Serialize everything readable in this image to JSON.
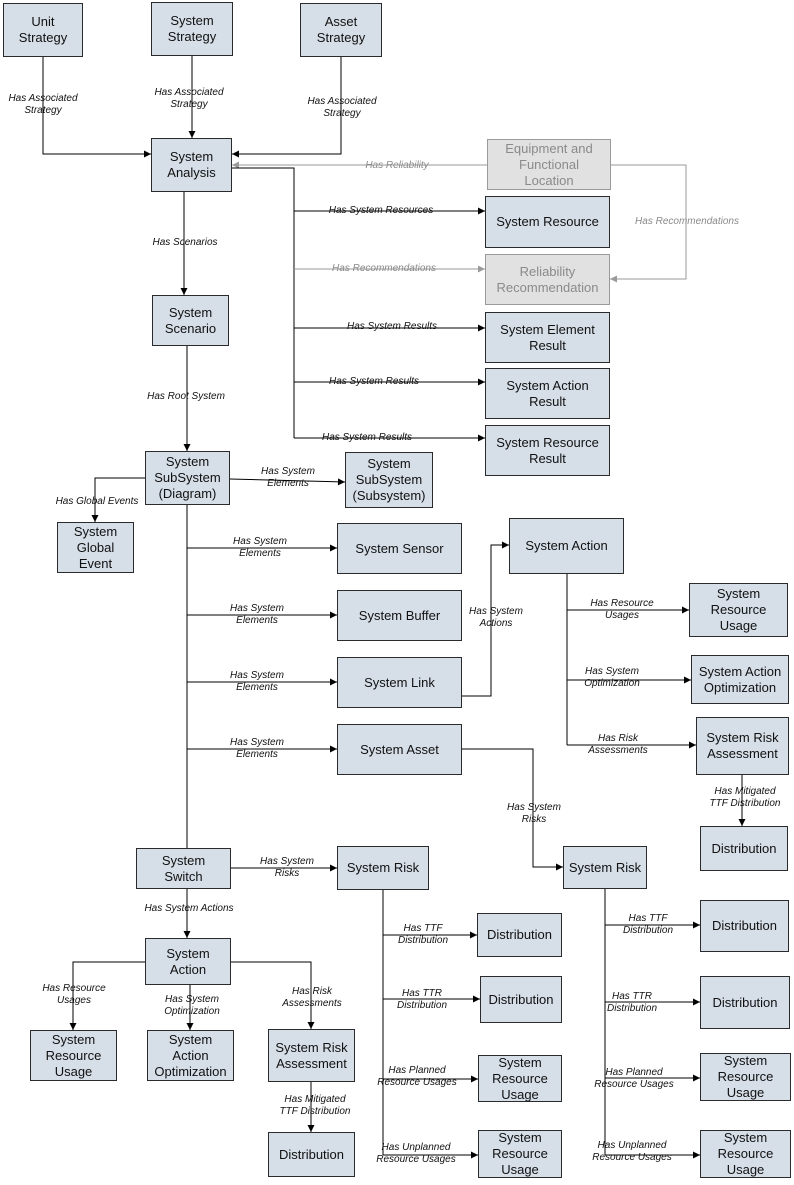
{
  "nodes": {
    "unit_strategy": "Unit\nStrategy",
    "system_strategy": "System\nStrategy",
    "asset_strategy": "Asset\nStrategy",
    "system_analysis": "System\nAnalysis",
    "equipment_location": "Equipment and\nFunctional\nLocation",
    "system_resource": "System Resource",
    "reliability_recommendation": "Reliability\nRecommendation",
    "system_element_result": "System Element\nResult",
    "system_action_result": "System Action\nResult",
    "system_resource_result": "System Resource\nResult",
    "system_scenario": "System\nScenario",
    "subsystem_diagram": "System\nSubSystem\n(Diagram)",
    "subsystem_subsystem": "System\nSubSystem\n(Subsystem)",
    "system_global_event": "System\nGlobal\nEvent",
    "system_sensor": "System Sensor",
    "system_buffer": "System Buffer",
    "system_link": "System Link",
    "system_asset": "System Asset",
    "system_action_top": "System Action",
    "resource_usage_top": "System\nResource\nUsage",
    "action_optimization_top": "System Action\nOptimization",
    "risk_assessment_top": "System Risk\nAssessment",
    "distribution_top": "Distribution",
    "system_switch": "System\nSwitch",
    "system_risk_mid": "System Risk",
    "system_risk_right": "System Risk",
    "system_action_bottom": "System\nAction",
    "resource_usage_bl": "System\nResource\nUsage",
    "action_optimization_bl": "System\nAction\nOptimization",
    "risk_assessment_bl": "System Risk\nAssessment",
    "distribution_bl": "Distribution",
    "distribution_mid_ttf": "Distribution",
    "distribution_mid_ttr": "Distribution",
    "resource_usage_mid_planned": "System\nResource\nUsage",
    "resource_usage_mid_unplanned": "System\nResource\nUsage",
    "distribution_right_ttf": "Distribution",
    "distribution_right_ttr": "Distribution",
    "resource_usage_right_planned": "System\nResource\nUsage",
    "resource_usage_right_unplanned": "System\nResource\nUsage"
  },
  "labels": {
    "has_assoc_unit": "Has Associated\nStrategy",
    "has_assoc_system": "Has Associated\nStrategy",
    "has_assoc_asset": "Has Associated\nStrategy",
    "has_reliability": "Has Reliability",
    "has_recommendations_right": "Has Recommendations",
    "has_system_resources": "Has System Resources",
    "has_recommendations": "Has Recommendations",
    "has_system_results_1": "Has System Results",
    "has_system_results_2": "Has System Results",
    "has_system_results_3": "Has System Results",
    "has_scenarios": "Has Scenarios",
    "has_root_system": "Has Root System",
    "has_system_elements_sub": "Has System\nElements",
    "has_global_events": "Has Global Events",
    "has_system_elements_sensor": "Has System\nElements",
    "has_system_elements_buffer": "Has System\nElements",
    "has_system_elements_link": "Has System\nElements",
    "has_system_elements_asset": "Has System\nElements",
    "has_system_actions_link": "Has System\nActions",
    "has_resource_usages_top": "Has Resource\nUsages",
    "has_system_optimization_top": "Has System\nOptimization",
    "has_risk_assessments_top": "Has Risk\nAssessments",
    "has_mitigated_ttf_top": "Has Mitigated\nTTF Distribution",
    "has_system_risks_asset": "Has System\nRisks",
    "has_system_risks_switch": "Has System\nRisks",
    "has_system_actions_switch": "Has System Actions",
    "has_resource_usages_bl": "Has Resource\nUsages",
    "has_system_optimization_bl": "Has System\nOptimization",
    "has_risk_assessments_bl": "Has Risk\nAssessments",
    "has_mitigated_ttf_bl": "Has Mitigated\nTTF Distribution",
    "has_ttf_mid": "Has TTF\nDistribution",
    "has_ttr_mid": "Has TTR\nDistribution",
    "has_planned_mid": "Has Planned\nResource Usages",
    "has_unplanned_mid": "Has Unplanned\nResource Usages",
    "has_ttf_right": "Has TTF\nDistribution",
    "has_ttr_right": "Has TTR\nDistribution",
    "has_planned_right": "Has Planned\nResource Usages",
    "has_unplanned_right": "Has Unplanned\nResource Usages"
  },
  "colors": {
    "box_fill": "#d6dee8",
    "box_gray_fill": "#e1e1e1",
    "line": "#000000",
    "gray_line": "#9a9a9a"
  }
}
